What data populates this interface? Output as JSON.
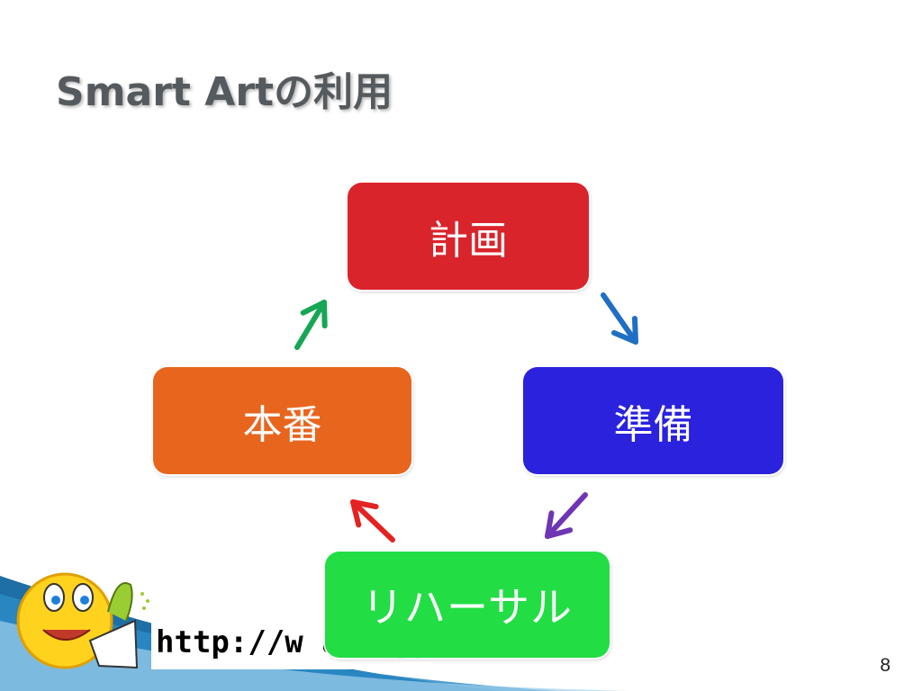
{
  "slide": {
    "title": "Smart Artの利用",
    "page_number": "8",
    "footer_url": "http://w                       ac. jp"
  },
  "cycle": {
    "nodes": [
      {
        "label": "計画",
        "color": "#d9242c"
      },
      {
        "label": "準備",
        "color": "#2a22dd"
      },
      {
        "label": "リハーサル",
        "color": "#22dd44"
      },
      {
        "label": "本番",
        "color": "#e8651e"
      }
    ],
    "arrow_colors": [
      "#1f6fc4",
      "#6e36b4",
      "#e32222",
      "#16a656"
    ]
  },
  "icons": {
    "mascot": "thumbs-up-smiley-icon"
  }
}
